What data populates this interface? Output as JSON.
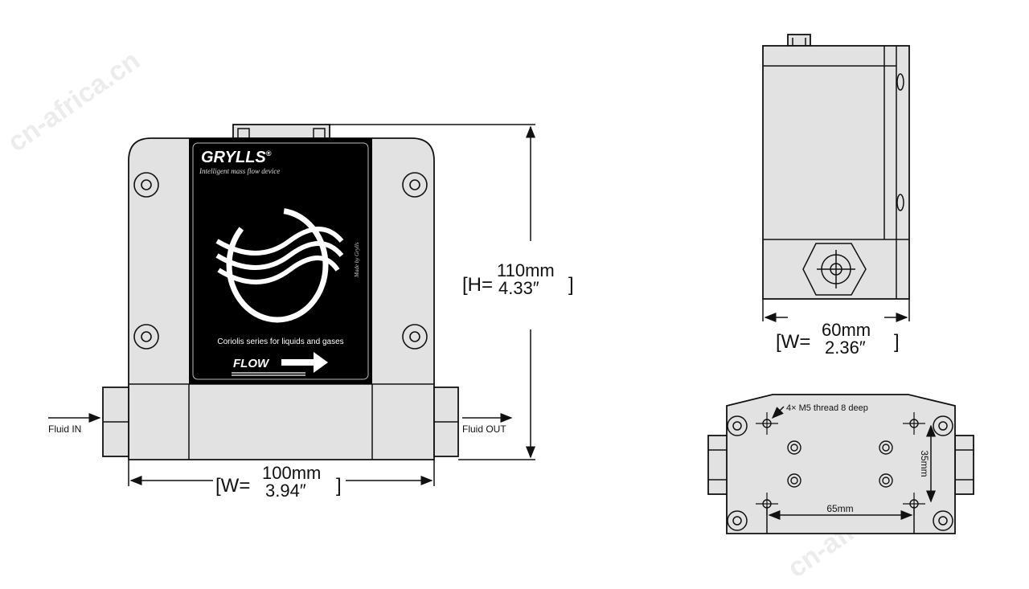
{
  "watermark": "cn-africa.cn",
  "front_view": {
    "brand": "GRYLLS",
    "registered": "®",
    "tagline": "Intelligent mass flow device",
    "made_by": "Made by Grylls",
    "series": "Coriolis  series for liquids and gases",
    "flow": "FLOW",
    "fluid_in": "Fluid IN",
    "fluid_out": "Fluid OUT",
    "height": {
      "prefix": "[H=",
      "mm": "110mm",
      "inch": "4.33″",
      "suffix": "]"
    },
    "width": {
      "prefix": "[W=",
      "mm": "100mm",
      "inch": "3.94″",
      "suffix": "]"
    }
  },
  "side_view": {
    "width": {
      "prefix": "[W=",
      "mm": "60mm",
      "inch": "2.36″",
      "suffix": "]"
    }
  },
  "bottom_view": {
    "thread_note": "4× M5 thread 8 deep",
    "spacing_x": "65mm",
    "spacing_y": "35mm"
  }
}
